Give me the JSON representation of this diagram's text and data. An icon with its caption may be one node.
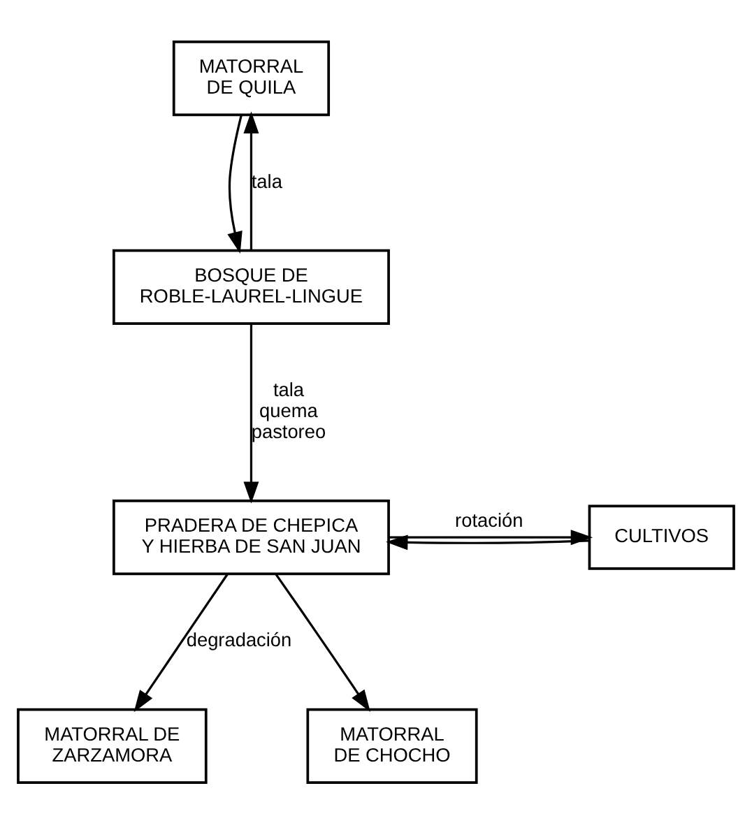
{
  "diagram": {
    "nodes": [
      {
        "text": [
          "MATORRAL DE QUILA"
        ]
      },
      {
        "text": [
          "BOSQUE DE ROBLE-LAUREL-LINGUE"
        ]
      },
      {
        "text": [
          "PRADERA DE CHEPICA Y HIERBA DE SAN JUAN"
        ]
      },
      {
        "text": [
          "CULTIVOS"
        ]
      },
      {
        "text": [
          "MATORRAL DE ZARZAMORA"
        ]
      },
      {
        "text": [
          "MATORRAL DE CHOCHO"
        ]
      }
    ],
    "edges": [
      {
        "from": 0,
        "to": 1,
        "arrow": "to"
      },
      {
        "from": 1,
        "to": 0,
        "arrow": "to",
        "label": "tala"
      },
      {
        "from": 1,
        "to": 2,
        "arrow": "to",
        "label": "tala quema pastoreo"
      },
      {
        "from": 2,
        "to": 3,
        "arrow": "to",
        "label": "rotación"
      },
      {
        "from": 3,
        "to": 2,
        "arrow": "to"
      },
      {
        "from": 2,
        "to": 4,
        "arrow": "to",
        "label": "degradación"
      },
      {
        "from": 2,
        "to": 5,
        "arrow": "to"
      }
    ]
  }
}
